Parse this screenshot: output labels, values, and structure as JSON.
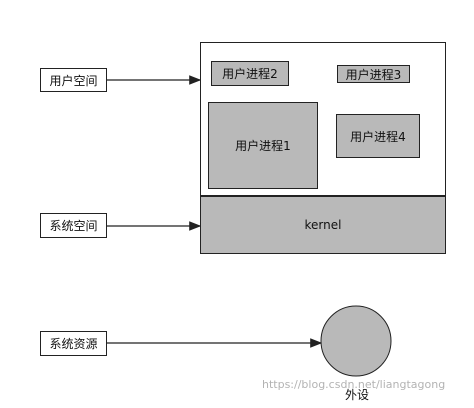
{
  "left_labels": {
    "user_space": "用户空间",
    "system_space": "系统空间",
    "system_resources": "系统资源"
  },
  "processes": {
    "p1": "用户进程1",
    "p2": "用户进程2",
    "p3": "用户进程3",
    "p4": "用户进程4"
  },
  "kernel": "kernel",
  "device": "外设",
  "watermark": "https://blog.csdn.net/liangtagong",
  "colors": {
    "process_fill": "#b9b9b9",
    "kernel_fill": "#b9b9b9",
    "device_fill": "#b9b9b9",
    "stroke": "#222222"
  }
}
